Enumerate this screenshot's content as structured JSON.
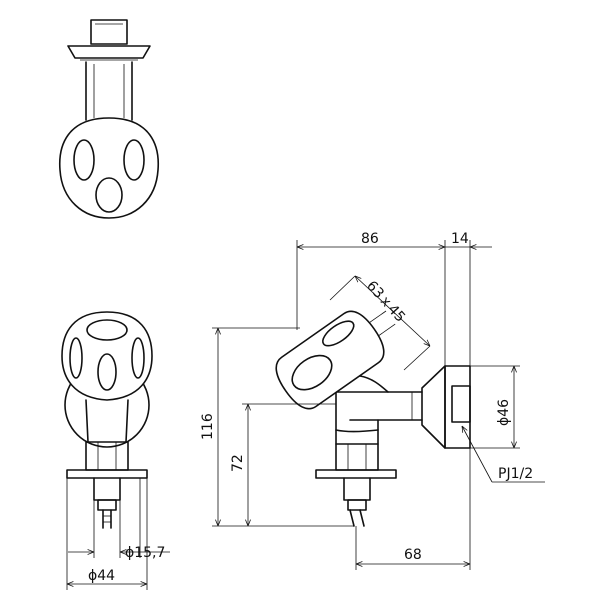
{
  "dimensions": {
    "width_86": "86",
    "width_14": "14",
    "height_116": "116",
    "height_72": "72",
    "dia_46": "ϕ46",
    "dia_15_7": "ϕ15,7",
    "dia_44": "ϕ44",
    "width_68": "68",
    "handle_size": "63ｘ45",
    "thread": "PJ1/2"
  }
}
